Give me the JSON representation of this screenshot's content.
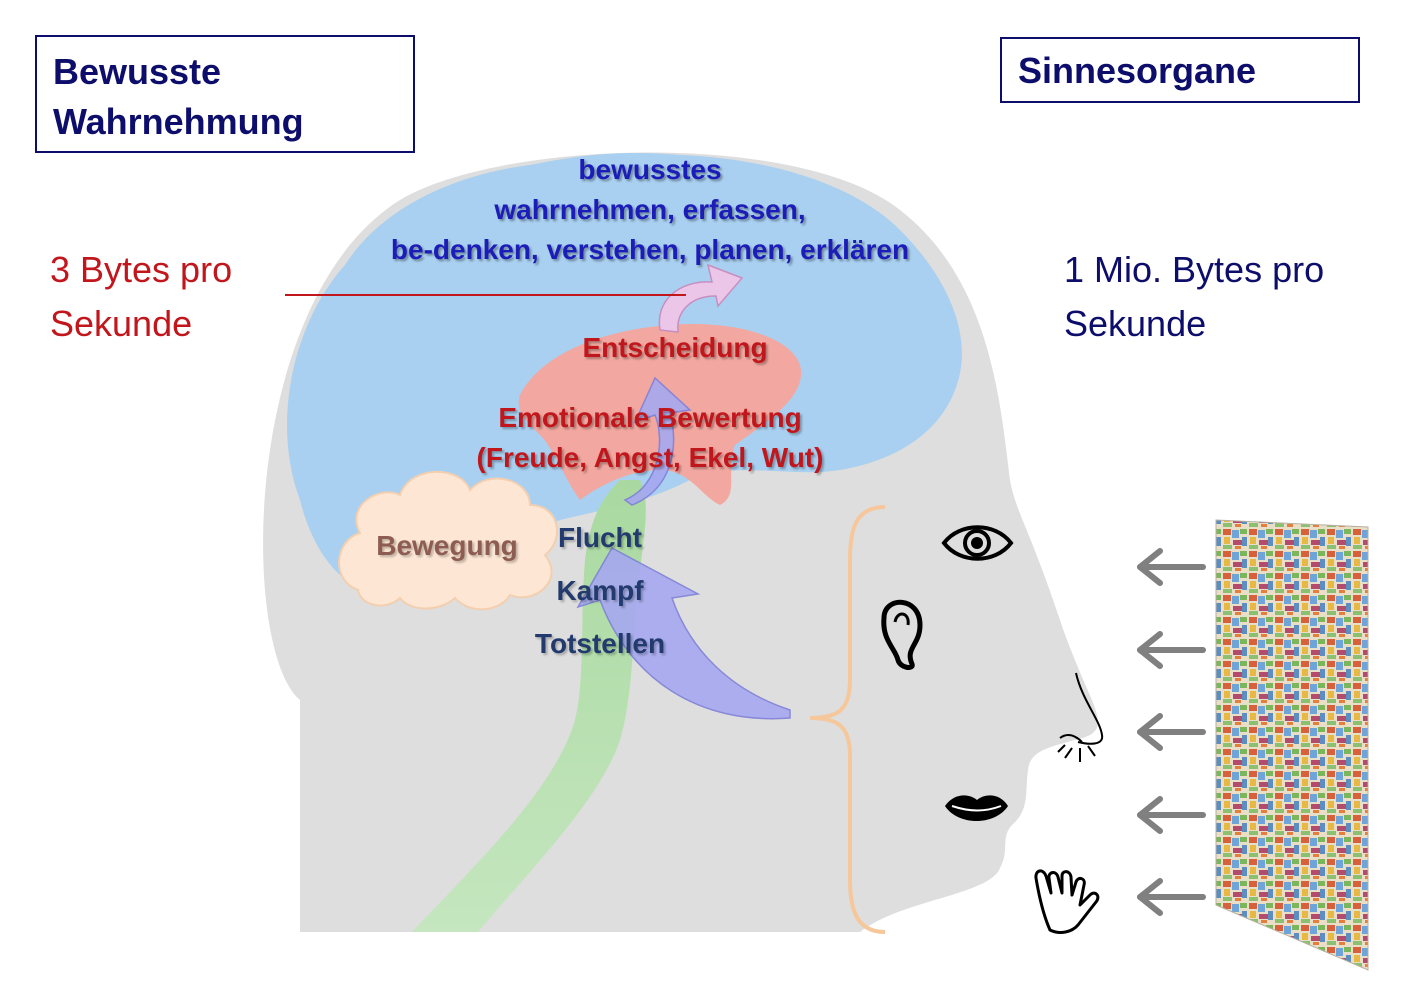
{
  "left_box": {
    "line1": "Bewusste",
    "line2": "Wahrnehmung"
  },
  "right_box": {
    "title": "Sinnesorgane"
  },
  "rate_left": {
    "line1": "3 Bytes pro",
    "line2": "Sekunde"
  },
  "rate_right": {
    "line1": "1 Mio. Bytes pro",
    "line2": "Sekunde"
  },
  "cortex": {
    "line1": "bewusstes",
    "line2": "wahrnehmen, erfassen,",
    "line3": "be-denken, verstehen, planen, erklären"
  },
  "limbic": {
    "decision": "Entscheidung",
    "emotion_line1": "Emotionale Bewertung",
    "emotion_line2": "(Freude, Angst, Ekel, Wut)"
  },
  "movement": "Bewegung",
  "responses": [
    "Flucht",
    "Kampf",
    "Totstellen"
  ],
  "sense_icons": [
    "eye-icon",
    "ear-icon",
    "nose-icon",
    "lips-icon",
    "hand-icon"
  ],
  "colors": {
    "box_border": "#0d0d6b",
    "rate_left": "#c0161c",
    "rate_right": "#0d0d6b",
    "cortex": "#a9d0f0",
    "limbic": "#f2a8a0",
    "brainstem": "#a9d9a0",
    "arrow": "#a6a8f0",
    "brace": "#f5c79a",
    "input_arrows": "#808080"
  }
}
